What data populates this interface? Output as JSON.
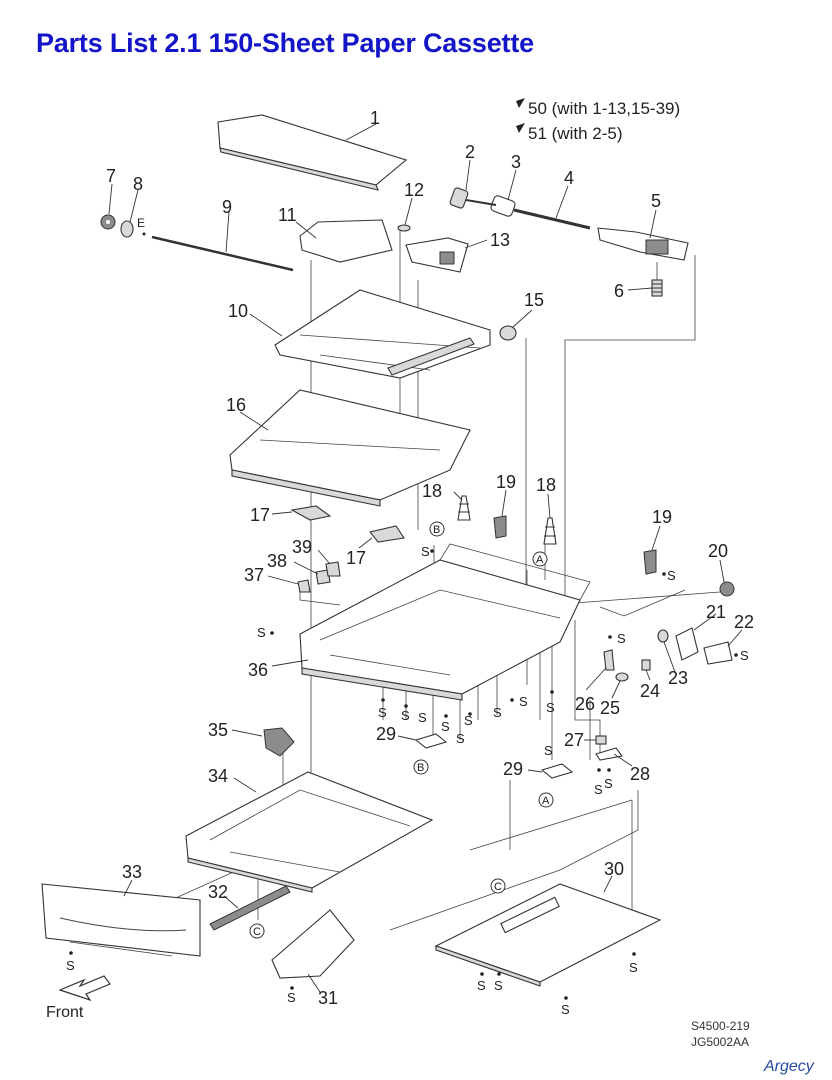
{
  "title": "Parts List 2.1 150-Sheet Paper Cassette",
  "kits": [
    {
      "label": "50 (with 1-13,15-39)"
    },
    {
      "label": "51 (with 2-5)"
    }
  ],
  "part_labels": [
    "1",
    "2",
    "3",
    "4",
    "5",
    "6",
    "7",
    "8",
    "9",
    "10",
    "11",
    "12",
    "13",
    "15",
    "16",
    "17",
    "17",
    "18",
    "18",
    "19",
    "19",
    "20",
    "21",
    "22",
    "23",
    "24",
    "25",
    "26",
    "27",
    "28",
    "29",
    "29",
    "30",
    "31",
    "32",
    "33",
    "34",
    "35",
    "36",
    "37",
    "38",
    "39"
  ],
  "screw_label": "S",
  "e_ring_label": "E",
  "connectors": [
    "A",
    "B",
    "C"
  ],
  "drawing_codes": [
    "S4500-219",
    "JG5002AA"
  ],
  "front_label": "Front",
  "brand": "Argecy",
  "colors": {
    "title": "#1414c8",
    "brand": "#2a4aa0",
    "line": "#333333"
  }
}
